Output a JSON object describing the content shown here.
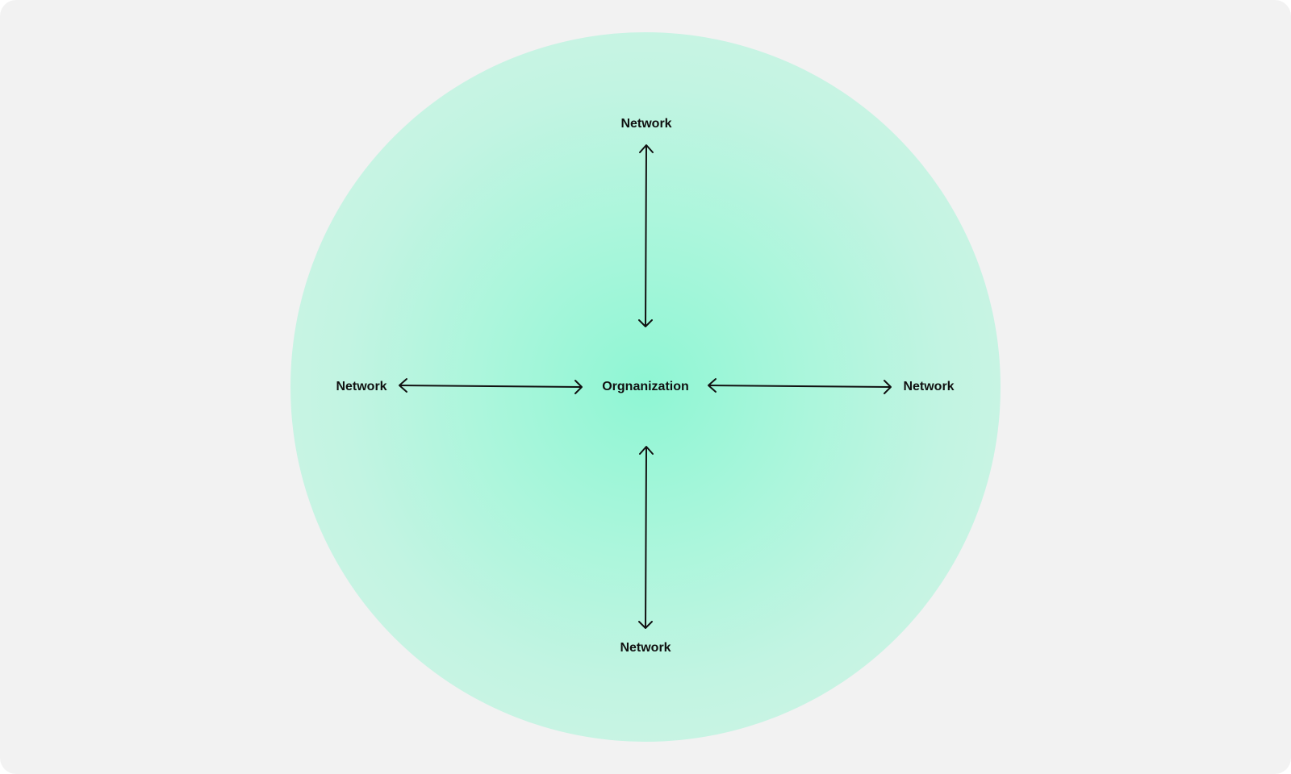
{
  "diagram": {
    "center_label": "Orgnanization",
    "nodes": [
      {
        "id": "top",
        "label": "Network"
      },
      {
        "id": "left",
        "label": "Network"
      },
      {
        "id": "right",
        "label": "Network"
      },
      {
        "id": "bottom",
        "label": "Network"
      }
    ],
    "edges": [
      {
        "from": "Orgnanization",
        "to": "top",
        "direction": "bidirectional"
      },
      {
        "from": "Orgnanization",
        "to": "left",
        "direction": "bidirectional"
      },
      {
        "from": "Orgnanization",
        "to": "right",
        "direction": "bidirectional"
      },
      {
        "from": "Orgnanization",
        "to": "bottom",
        "direction": "bidirectional"
      }
    ]
  },
  "colors": {
    "background": "#f2f2f2",
    "circle_center": "#8ff6d4",
    "circle_edge": "#d6f2e7",
    "text": "#111111",
    "arrow": "#111111"
  }
}
